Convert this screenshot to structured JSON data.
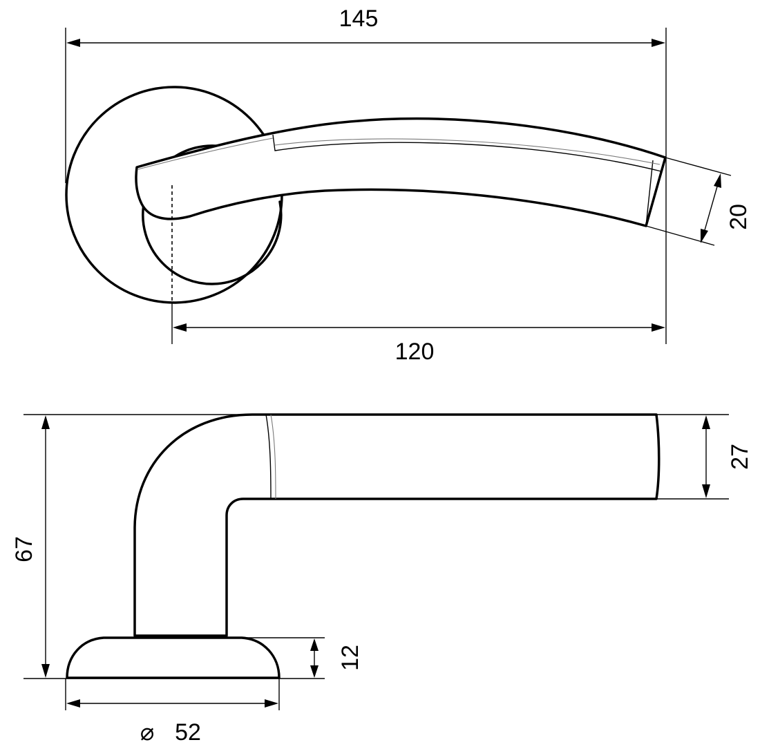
{
  "dimensions": {
    "overall_length": "145",
    "reach_length": "120",
    "grip_height": "20",
    "handle_height": "27",
    "total_projection": "67",
    "rose_thickness": "12",
    "rose_diameter": "52"
  },
  "symbols": {
    "diameter": "⌀"
  }
}
